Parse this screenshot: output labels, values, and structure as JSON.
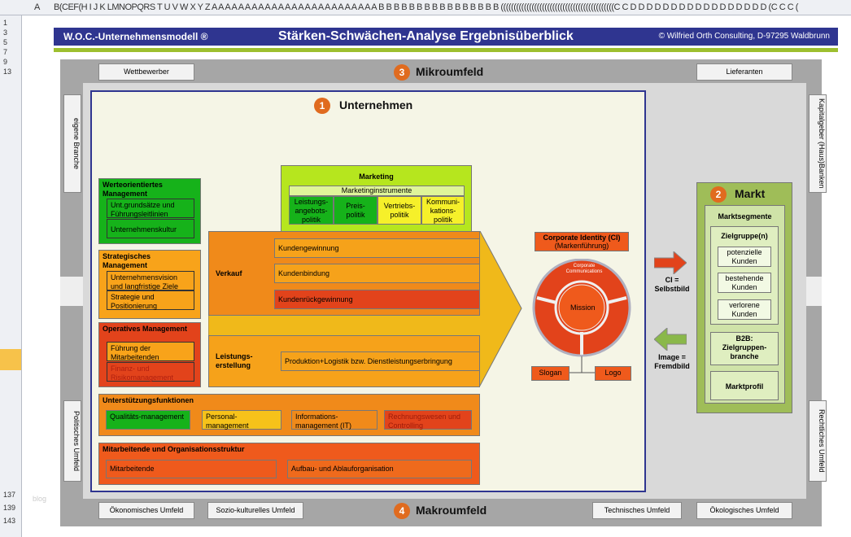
{
  "spreadsheet": {
    "col_headers": "A",
    "col_headers_2": "B(CEF(H I J K LMNOPQRS T U V W X Y Z A A A A A A A A A A A A A A A A A A A A A A A A A B B B B B B B B B B B B B B B B ((((((((((((((((((((((((((((((((((((((((((((C C D D D D D D D D D D D D D D D D D (C C C (",
    "row_1": "1",
    "row_3": "3",
    "row_5": "5",
    "row_7": "7",
    "row_9": "9",
    "row_13": "13",
    "row_137": "137",
    "row_139": "139",
    "row_143": "143",
    "blog": "blog"
  },
  "title": {
    "model": "W.O.C.-Unternehmensmodell ®",
    "main": "Stärken-Schwächen-Analyse Ergebnisüberblick",
    "copyright": "© Wilfried Orth Consulting, D-97295 Waldbrunn"
  },
  "mikro": {
    "num": "3",
    "title": "Mikroumfeld",
    "wettbewerber": "Wettbewerber",
    "lieferanten": "Lieferanten",
    "eigene": "eigene Branche",
    "kapital": "Kapitalgeber (Haus)Banken",
    "polit": "Politisches Umfeld",
    "recht": "Rechtliches Umfeld"
  },
  "makro": {
    "num": "4",
    "title": "Makroumfeld",
    "oeko": "Ökonomisches Umfeld",
    "sozio": "Sozio-kulturelles Umfeld",
    "tech": "Technisches Umfeld",
    "oekol": "Ökologisches Umfeld"
  },
  "unternehmen": {
    "num": "1",
    "title": "Unternehmen"
  },
  "werte": {
    "title": "Werteorientiertes Management",
    "i1": "Unt.grundsätze und Führungsleitlinien",
    "i2": "Unternehmenskultur"
  },
  "strat": {
    "title": "Strategisches Management",
    "i1": "Unternehmensvision und langfristige Ziele",
    "i2": "Strategie und Positionierung"
  },
  "oper": {
    "title": "Operatives Management",
    "i1": "Führung der Mitarbeitenden",
    "i2": "Finanz- und Risikomanagement"
  },
  "marketing": {
    "title": "Marketing",
    "sub": "Marketinginstrumente",
    "i1": "Leistungs-angebots-politik",
    "i2": "Preis-politik",
    "i3": "Vertriebs-politik",
    "i4": "Kommuni-kations-politik"
  },
  "verkauf": {
    "title": "Verkauf",
    "i1": "Kundengewinnung",
    "i2": "Kundenbindung",
    "i3": "Kundenrückgewinnung"
  },
  "leistung": {
    "title": "Leistungs-erstellung",
    "i1": "Produktion+Logistik bzw. Dienstleistungserbringung"
  },
  "unterst": {
    "title": "Unterstützungsfunktionen",
    "i1": "Qualitäts-management",
    "i2": "Personal-management",
    "i3": "Informations-management (IT)",
    "i4": "Rechnungswesen und Controlling"
  },
  "mitarb": {
    "title": "Mitarbeitende und Organisationsstruktur",
    "i1": "Mitarbeitende",
    "i2": "Aufbau- und Ablauforganisation"
  },
  "ci": {
    "title": "Corporate Identity (CI)",
    "sub": "(Markenführung)",
    "ring": "Corporate Communications",
    "mission": "Mission",
    "slogan": "Slogan",
    "logo": "Logo",
    "ci_arrow": "CI = Selbstbild",
    "image_arrow": "Image = Fremdbild"
  },
  "markt": {
    "num": "2",
    "title": "Markt",
    "segmente": "Marktsegmente",
    "zielgruppe": "Zielgruppe(n)",
    "z1": "potenzielle Kunden",
    "z2": "bestehende Kunden",
    "z3": "verlorene Kunden",
    "b2b": "B2B: Zielgruppen-branche",
    "profil": "Marktprofil"
  },
  "colors": {
    "green": "#16b21a",
    "orange": "#f8a31a",
    "red": "#e2431b",
    "lime": "#b6e61e",
    "navy": "#2f3590"
  }
}
